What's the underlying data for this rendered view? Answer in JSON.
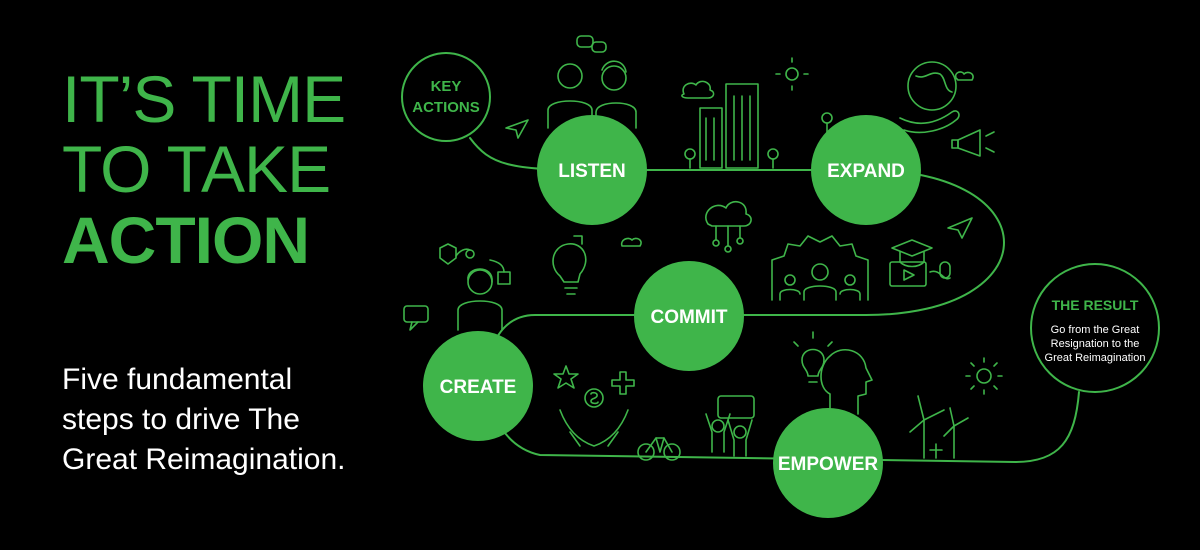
{
  "headline": {
    "line1": "IT’S TIME",
    "line2": "TO TAKE",
    "line3": "ACTION"
  },
  "subtitle": {
    "line1": "Five fundamental",
    "line2": "steps to drive The",
    "line3": "Great Reimagination."
  },
  "key_actions": {
    "line1": "KEY",
    "line2": "ACTIONS"
  },
  "steps": [
    {
      "label": "LISTEN"
    },
    {
      "label": "EXPAND"
    },
    {
      "label": "COMMIT"
    },
    {
      "label": "CREATE"
    },
    {
      "label": "EMPOWER"
    }
  ],
  "result": {
    "title": "THE RESULT",
    "line1": "Go from the Great",
    "line2": "Resignation to the",
    "line3": "Great Reimagination"
  },
  "colors": {
    "accent": "#3fb54a",
    "background": "#000000",
    "text": "#ffffff"
  },
  "icons": [
    "people-icon",
    "chat-bubbles-icon",
    "buildings-icon",
    "trees-icon",
    "sun-icon",
    "cloud-icon",
    "globe-hand-icon",
    "megaphone-icon",
    "paper-plane-icon",
    "cloud-network-icon",
    "gear-team-icon",
    "graduation-laptop-icon",
    "lightbulb-puzzle-icon",
    "woman-network-icon",
    "speech-bubble-icon",
    "star-icon",
    "dollar-hands-icon",
    "plus-icon",
    "bicycle-icon",
    "celebrating-people-icon",
    "head-lightbulb-icon",
    "wind-turbine-icon"
  ]
}
